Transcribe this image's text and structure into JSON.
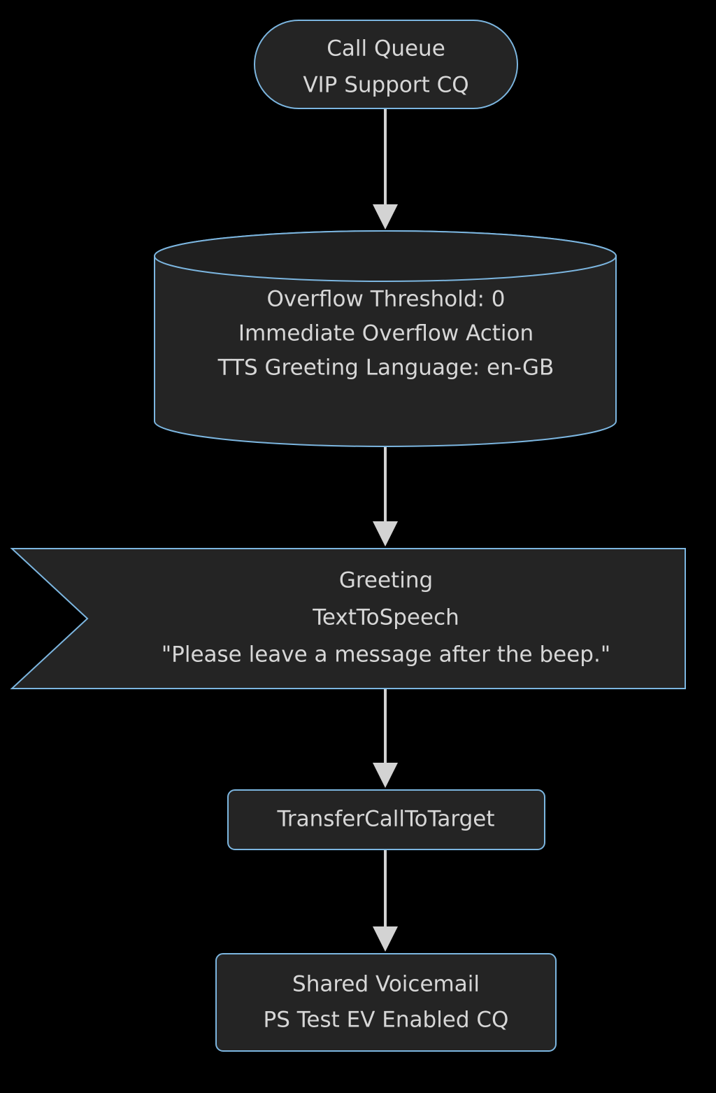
{
  "diagram": {
    "type": "flowchart",
    "direction": "top-to-bottom",
    "title": "Call Queue VIP Support CQ Flow",
    "background_color": "#000000",
    "node_fill_color": "#242424",
    "node_border_color": "#7cb6e0",
    "node_text_color": "#d7d7d7",
    "edge_color": "#d3d3d3"
  },
  "nodes": {
    "call_queue": {
      "shape": "stadium",
      "line1": "Call Queue",
      "line2": "VIP Support CQ"
    },
    "settings": {
      "shape": "cylinder",
      "line1": "Overflow Threshold: 0",
      "line2": "Immediate Overflow Action",
      "line3": "TTS Greeting Language: en-GB"
    },
    "greeting": {
      "shape": "flag-notched",
      "line1": "Greeting",
      "line2": "TextToSpeech",
      "line3": "\"Please leave a message after the beep.\""
    },
    "transfer": {
      "shape": "rounded-rect",
      "line1": "TransferCallToTarget"
    },
    "voicemail": {
      "shape": "rounded-rect",
      "line1": "Shared Voicemail",
      "line2": "PS Test EV Enabled CQ"
    }
  },
  "edges": [
    {
      "from": "call_queue",
      "to": "settings",
      "label": ""
    },
    {
      "from": "settings",
      "to": "greeting",
      "label": ""
    },
    {
      "from": "greeting",
      "to": "transfer",
      "label": ""
    },
    {
      "from": "transfer",
      "to": "voicemail",
      "label": ""
    }
  ]
}
